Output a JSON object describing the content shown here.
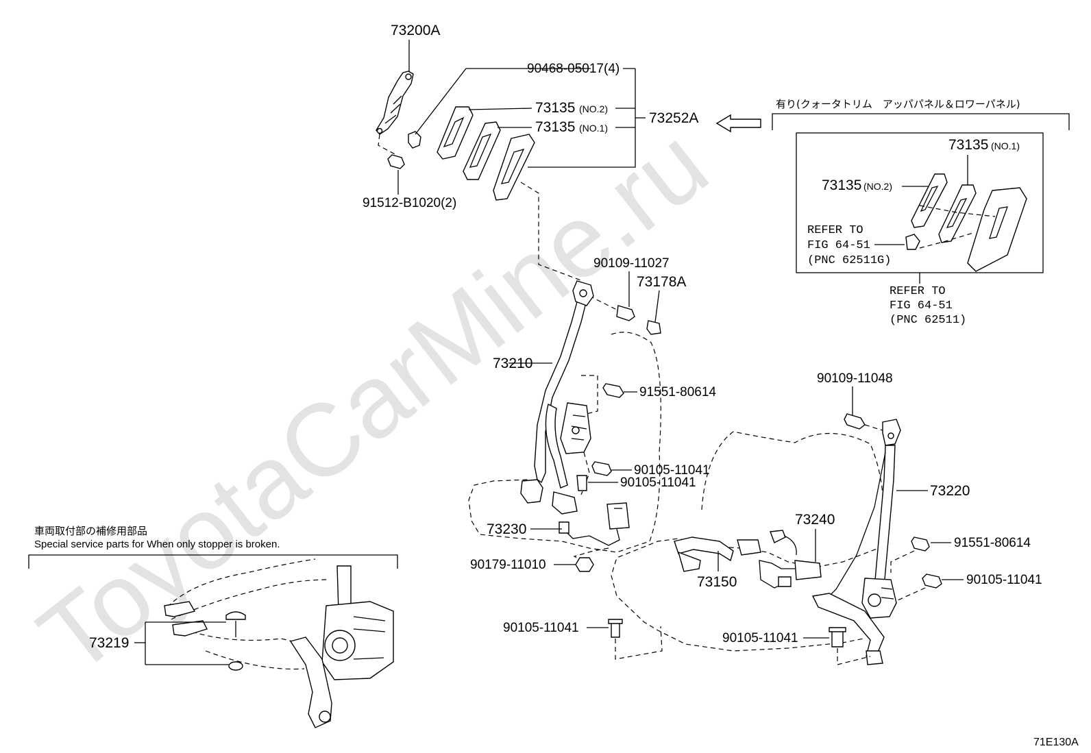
{
  "watermark": "ToyotaCarMine.ru",
  "figure_id": "71E130A",
  "labels": {
    "p73200A": "73200A",
    "p90468": "90468-05017(4)",
    "p73135_no2_top": "73135",
    "sub_no2_top": "(NO.2)",
    "p73135_no1_top": "73135",
    "sub_no1_top": "(NO.1)",
    "p73252A": "73252A",
    "p91512": "91512-B1020(2)",
    "p90109_11027": "90109-11027",
    "p73178A": "73178A",
    "p73210": "73210",
    "p91551_left": "91551-80614",
    "p90105_a": "90105-11041",
    "p90105_b": "90105-11041",
    "p73230": "73230",
    "p90179": "90179-11010",
    "p90105_c": "90105-11041",
    "p90109_11048": "90109-11048",
    "p73220": "73220",
    "p73240": "73240",
    "p91551_right": "91551-80614",
    "p90105_d": "90105-11041",
    "p73150": "73150",
    "p90105_e": "90105-11041",
    "p73219": "73219"
  },
  "inset": {
    "header_jp": "有り(クォータトリム　アッパパネル＆ロワーパネル)",
    "p73135_no1": "73135",
    "sub_no1": "(NO.1)",
    "p73135_no2": "73135",
    "sub_no2": "(NO.2)",
    "refer_line1": "REFER TO",
    "refer_line2": "FIG 64-51",
    "refer_line3": "(PNC 62511G)",
    "below_line1": "REFER TO",
    "below_line2": "FIG 64-51",
    "below_line3": "(PNC 62511)"
  },
  "special": {
    "title_jp": "車両取付部の補修用部品",
    "title_en": "Special service parts for When only stopper is broken."
  }
}
